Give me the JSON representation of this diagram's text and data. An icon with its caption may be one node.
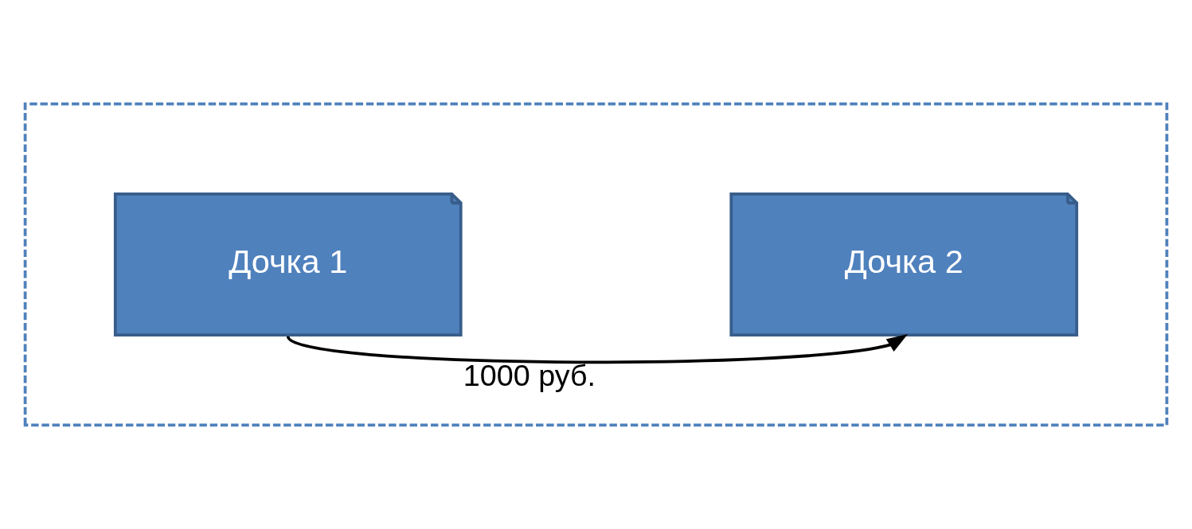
{
  "diagram": {
    "nodes": [
      {
        "text": [],
        "shape": "box"
      },
      {
        "text": [
          "Дочка 1"
        ],
        "in": 0
      },
      {
        "text": [
          "Дочка 2"
        ],
        "in": 0
      }
    ],
    "edges": [
      {
        "from": 1,
        "to": 2,
        "arrow": "to",
        "label": "1000 руб."
      }
    ]
  }
}
